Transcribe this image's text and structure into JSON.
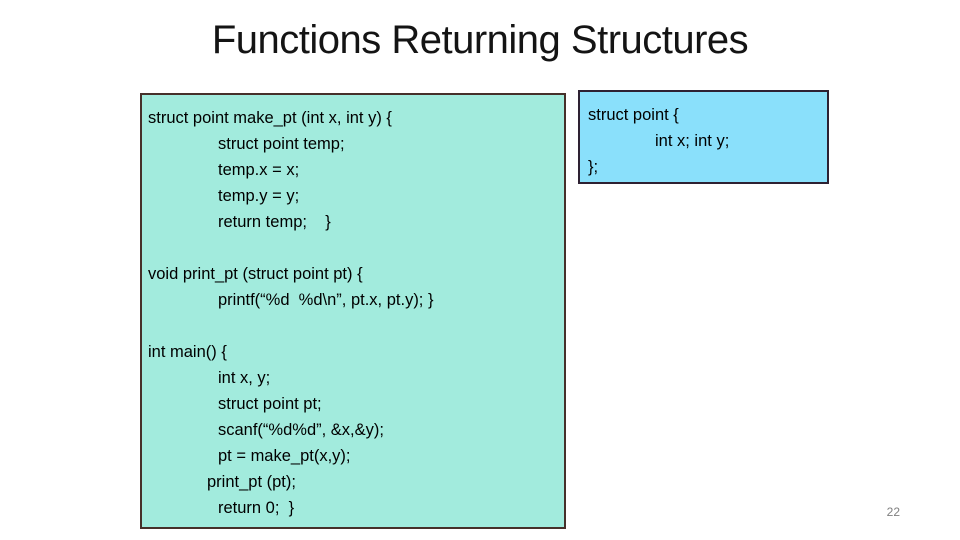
{
  "title": "Functions Returning Structures",
  "page_number": "22",
  "colors": {
    "background": "#ffffff",
    "title_text": "#141414",
    "code_text": "#000000",
    "left_box_fill": "#a2ebdd",
    "left_box_border": "#46302a",
    "right_box_fill": "#8ae0fb",
    "right_box_border": "#2e2132",
    "page_number_text": "#7f7f7f"
  },
  "left_box": {
    "lines": [
      {
        "text": "struct point make_pt (int x, int y) {",
        "indent": 0
      },
      {
        "text": "struct point temp;",
        "indent": 70
      },
      {
        "text": "temp.x = x;",
        "indent": 70
      },
      {
        "text": "temp.y = y;",
        "indent": 70
      },
      {
        "text": "return temp;    }",
        "indent": 70
      },
      {
        "text": "",
        "indent": 0
      },
      {
        "text": "void print_pt (struct point pt) {",
        "indent": 0
      },
      {
        "text": "printf(“%d  %d\\n”, pt.x, pt.y); }",
        "indent": 70
      },
      {
        "text": "",
        "indent": 0
      },
      {
        "text": "int main() {",
        "indent": 0
      },
      {
        "text": "int x, y;",
        "indent": 70
      },
      {
        "text": "struct point pt;",
        "indent": 70
      },
      {
        "text": "scanf(“%d%d”, &x,&y);",
        "indent": 70
      },
      {
        "text": "pt = make_pt(x,y);",
        "indent": 70
      },
      {
        "text": "print_pt (pt);",
        "indent": 59
      },
      {
        "text": "return 0;  }",
        "indent": 70
      }
    ]
  },
  "right_box": {
    "lines": [
      {
        "text": "struct point {",
        "indent": 0
      },
      {
        "text": "int x; int y;",
        "indent": 67
      },
      {
        "text": "};",
        "indent": 0
      }
    ]
  }
}
